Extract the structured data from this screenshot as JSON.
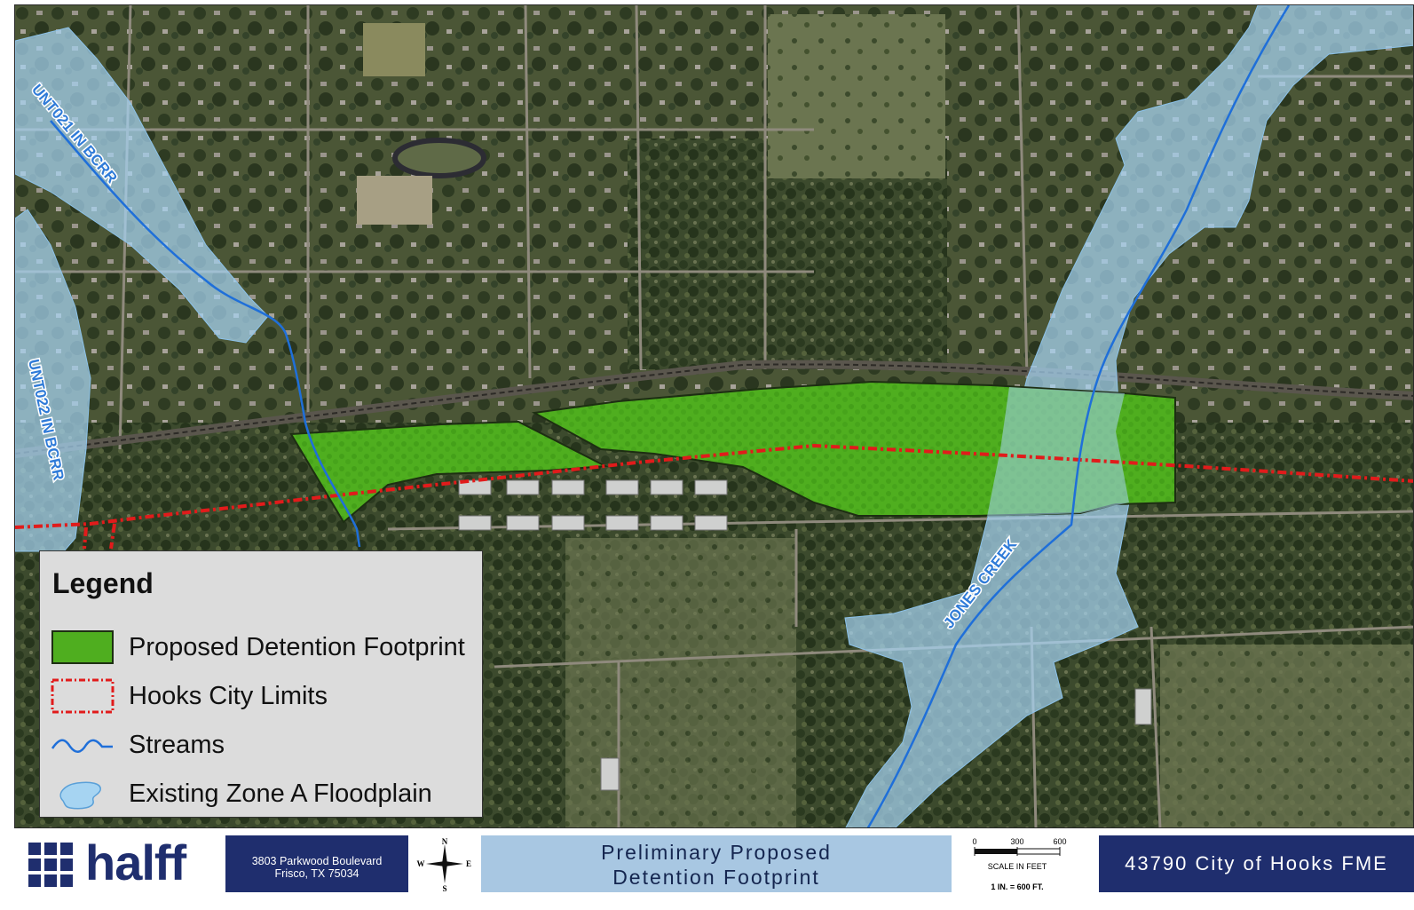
{
  "map": {
    "stream_labels": {
      "unt021": "UNT021 IN BCRR",
      "unt022": "UNT022 IN BCRR",
      "jones": "JONES CREEK"
    },
    "colors": {
      "detention": "#4fae1f",
      "floodplain": "#a6d4f2",
      "city_limits": "#e11b1b",
      "stream": "#1f6fd9",
      "imagery_dark": "#33422a",
      "imagery_light": "#5d6b45"
    }
  },
  "legend": {
    "title": "Legend",
    "items": [
      {
        "label": "Proposed Detention Footprint",
        "icon": "green-fill-swatch"
      },
      {
        "label": "Hooks City Limits",
        "icon": "red-dashed-outline"
      },
      {
        "label": "Streams",
        "icon": "blue-wavy-line"
      },
      {
        "label": "Existing Zone A Floodplain",
        "icon": "blue-blob"
      }
    ]
  },
  "title_block": {
    "logo_text": "halff",
    "address_line1": "3803 Parkwood Boulevard",
    "address_line2": "Frisco, TX 75034",
    "north_arrow": {
      "n": "N",
      "s": "S",
      "e": "E",
      "w": "W"
    },
    "map_title_line1": "Preliminary Proposed",
    "map_title_line2": "Detention Footprint",
    "scale": {
      "t0": "0",
      "t1": "300",
      "t2": "600",
      "unit_label": "SCALE IN FEET",
      "ratio": "1 IN. = 600 FT."
    },
    "project": "43790 City of Hooks FME"
  }
}
